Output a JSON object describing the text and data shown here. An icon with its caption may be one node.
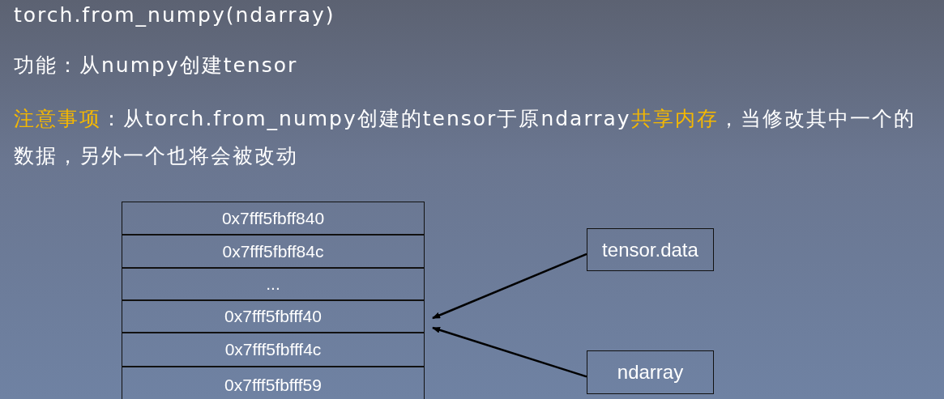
{
  "diagram": {
    "title": "torch.from_numpy(ndarray)",
    "nodes": [
      {
        "text": [
          "0x7fff5fbff840"
        ]
      },
      {
        "text": [
          "0x7fff5fbff84c"
        ]
      },
      {
        "text": [
          "..."
        ]
      },
      {
        "text": [
          "0x7fff5fbfff40"
        ]
      },
      {
        "text": [
          "0x7fff5fbfff4c"
        ]
      },
      {
        "text": [
          "0x7fff5fbfff59"
        ]
      },
      {
        "text": [
          "tensor.data"
        ]
      },
      {
        "text": [
          "ndarray"
        ]
      }
    ],
    "edges": [
      {
        "from": 6,
        "to": 3,
        "arrow": "to"
      },
      {
        "from": 7,
        "to": 3,
        "arrow": "to"
      }
    ],
    "labels": [
      "功能：从numpy创建tensor",
      "注意事项",
      "：从torch.from_numpy创建的tensor于原ndarray",
      "共享内存",
      "，当修改其中一个的数据，另外一个也将会被改动"
    ]
  }
}
